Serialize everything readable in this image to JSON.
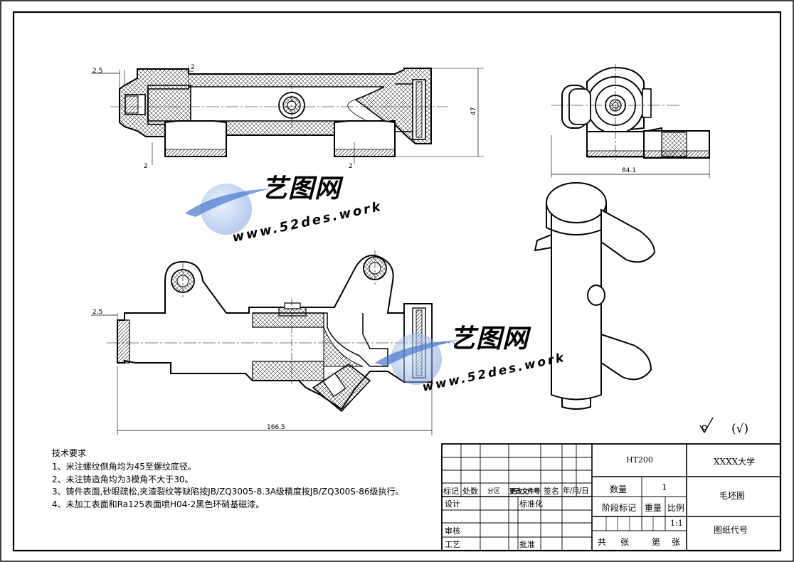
{
  "dimensions": {
    "d1": "2.5",
    "d2": "2",
    "d3": "2",
    "d4": "2",
    "d5": "47",
    "d6": "84.1",
    "d7": "2.5",
    "d8": "166.5"
  },
  "watermark": {
    "name": "艺图网",
    "url": "www.52des.work",
    "brand_color": "#4678cd"
  },
  "tech": {
    "title": "技术要求",
    "items": [
      "1、米注螺纹倒角均为45至螺纹底径。",
      "2、未注铸造角均为3模角不大于30。",
      "3、铸件表面,砂眼疏松,夹渣裂纹等缺陷按JB/ZQ3005-8.3A级精度按JB/ZQ300S-86级执行。",
      "4、未加工表面和Ra125表面喷H04-2黑色环硝基磁漆。"
    ]
  },
  "roughness": {
    "paren": "(√)"
  },
  "title_block": {
    "labels": {
      "mark": "标记",
      "count": "处数",
      "zone": "分区",
      "change_doc": "更改文件号",
      "sign": "签名",
      "date": "年/月/日",
      "design": "设计",
      "standard": "标准化",
      "review": "审核",
      "process": "工艺",
      "approve": "批准"
    },
    "material": "HT200",
    "school": "XXXX大学",
    "quantity_label": "数量",
    "quantity": "1",
    "drawing_name": "毛坯图",
    "stage_label": "阶段标记",
    "weight_label": "重量",
    "scale_label": "比例",
    "scale": "1:1",
    "drawing_code": "图纸代号",
    "total_label": "共",
    "sheets_label": "张",
    "page_label": "第",
    "page_sheets_label": "张"
  }
}
